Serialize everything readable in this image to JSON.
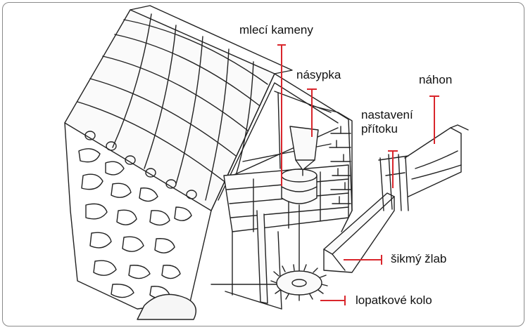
{
  "labels": {
    "mleci_kameny": "mlecí kameny",
    "nasypka": "násypka",
    "nahon": "náhon",
    "nastaveni_line1": "nastavení",
    "nastaveni_line2": "přítoku",
    "sikmy_zlab": "šikmý žlab",
    "lopatkove_kolo": "lopatkové kolo"
  },
  "colors": {
    "leader": "#d9262c",
    "ink": "#222222",
    "frame": "#8a8a8a"
  }
}
